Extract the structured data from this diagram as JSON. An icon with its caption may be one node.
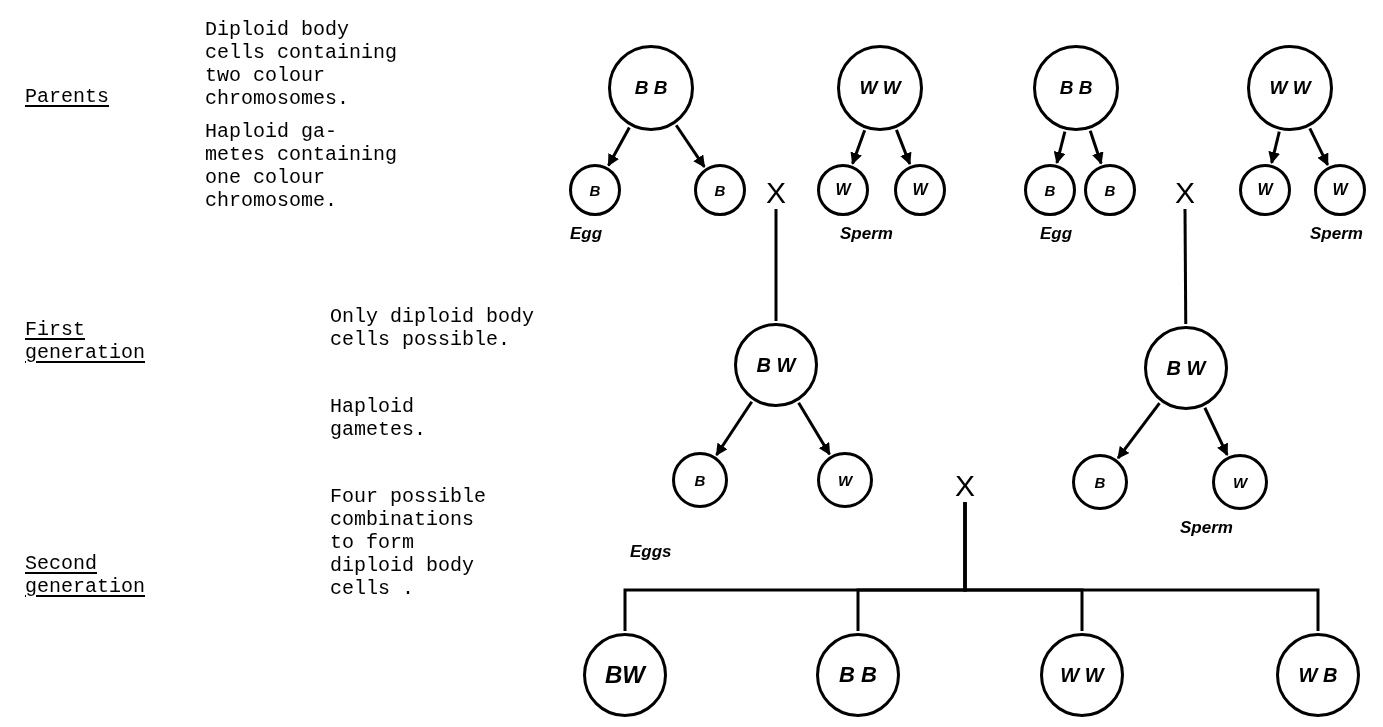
{
  "diagram": {
    "nodes": [
      {
        "text": [
          "B B"
        ]
      },
      {
        "text": [
          "B"
        ]
      },
      {
        "text": [
          "B"
        ]
      },
      {
        "text": [
          "X"
        ]
      },
      {
        "text": [
          "W W"
        ]
      },
      {
        "text": [
          "W"
        ]
      },
      {
        "text": [
          "W"
        ]
      },
      {
        "text": [
          "B B"
        ]
      },
      {
        "text": [
          "B"
        ]
      },
      {
        "text": [
          "B"
        ]
      },
      {
        "text": [
          "X"
        ]
      },
      {
        "text": [
          "W W"
        ]
      },
      {
        "text": [
          "W"
        ]
      },
      {
        "text": [
          "W"
        ]
      },
      {
        "text": [
          "B W"
        ]
      },
      {
        "text": [
          "B W"
        ]
      },
      {
        "text": [
          "B"
        ]
      },
      {
        "text": [
          "W"
        ]
      },
      {
        "text": [
          "X"
        ]
      },
      {
        "text": [
          "B"
        ]
      },
      {
        "text": [
          "W"
        ]
      },
      {
        "text": [
          "BW"
        ]
      },
      {
        "text": [
          "B B"
        ]
      },
      {
        "text": [
          "W W"
        ]
      },
      {
        "text": [
          "W B"
        ]
      }
    ],
    "edges": [
      {
        "from": 0,
        "to": 1,
        "arrow": "to"
      },
      {
        "from": 0,
        "to": 2,
        "arrow": "to"
      },
      {
        "from": 4,
        "to": 5,
        "arrow": "to"
      },
      {
        "from": 4,
        "to": 6,
        "arrow": "to"
      },
      {
        "from": 7,
        "to": 8,
        "arrow": "to"
      },
      {
        "from": 7,
        "to": 9,
        "arrow": "to"
      },
      {
        "from": 11,
        "to": 12,
        "arrow": "to"
      },
      {
        "from": 11,
        "to": 13,
        "arrow": "to"
      },
      {
        "from": 3,
        "to": 14,
        "arrow": "none"
      },
      {
        "from": 10,
        "to": 15,
        "arrow": "none"
      },
      {
        "from": 14,
        "to": 16,
        "arrow": "to"
      },
      {
        "from": 14,
        "to": 17,
        "arrow": "to"
      },
      {
        "from": 15,
        "to": 19,
        "arrow": "to"
      },
      {
        "from": 15,
        "to": 20,
        "arrow": "to"
      },
      {
        "from": 18,
        "to": 21,
        "arrow": "none"
      },
      {
        "from": 18,
        "to": 22,
        "arrow": "none"
      },
      {
        "from": 18,
        "to": 23,
        "arrow": "none"
      },
      {
        "from": 18,
        "to": 24,
        "arrow": "none"
      }
    ],
    "labels": [
      "Diploid body cells containing two colour chromosomes.",
      "Parents",
      "Haploid ga- metes containing one colour chromosome.",
      "Egg",
      "Sperm",
      "Egg",
      "Sperm",
      "First generation",
      "Only diploid body cells possible.",
      "Haploid gametes.",
      "Eggs",
      "Sperm",
      "Four possible combinations to form diploid body cells .",
      "Second generation"
    ]
  }
}
